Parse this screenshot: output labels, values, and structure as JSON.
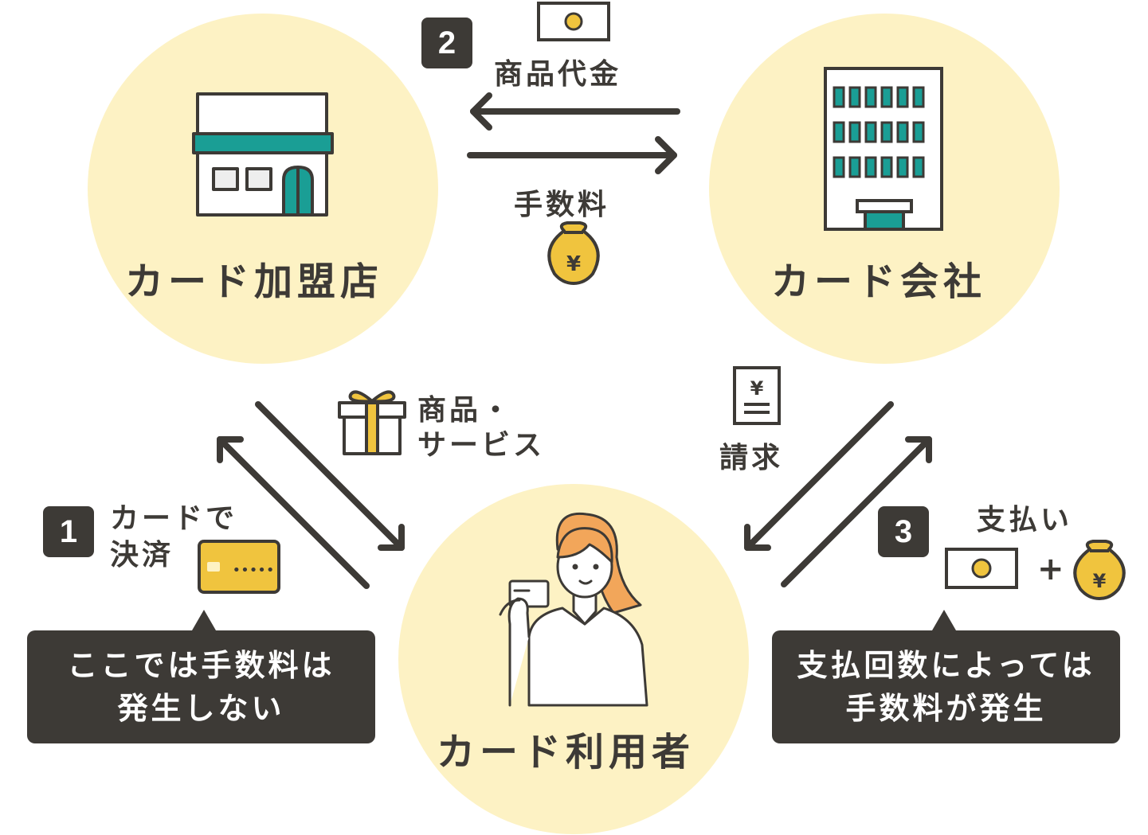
{
  "nodes": {
    "merchant": "カード加盟店",
    "company": "カード会社",
    "user": "カード利用者"
  },
  "flows": {
    "goods_payment": "商品代金",
    "fee": "手数料",
    "goods_service_line1": "商品・",
    "goods_service_line2": "サービス",
    "billing": "請求",
    "payment": "支払い",
    "card_pay_line1": "カードで",
    "card_pay_line2": "決済",
    "plus": "+"
  },
  "badges": {
    "one": "1",
    "two": "2",
    "three": "3"
  },
  "callouts": {
    "left_line1": "ここでは手数料は",
    "left_line2": "発生しない",
    "right_line1": "支払回数によっては",
    "right_line2": "手数料が発生"
  },
  "icons": {
    "yen": "¥",
    "card_dots": "•••••"
  },
  "colors": {
    "circle": "#fdf2c4",
    "dark": "#3d3a36",
    "teal": "#1a9e95",
    "gold": "#f0c43e"
  }
}
